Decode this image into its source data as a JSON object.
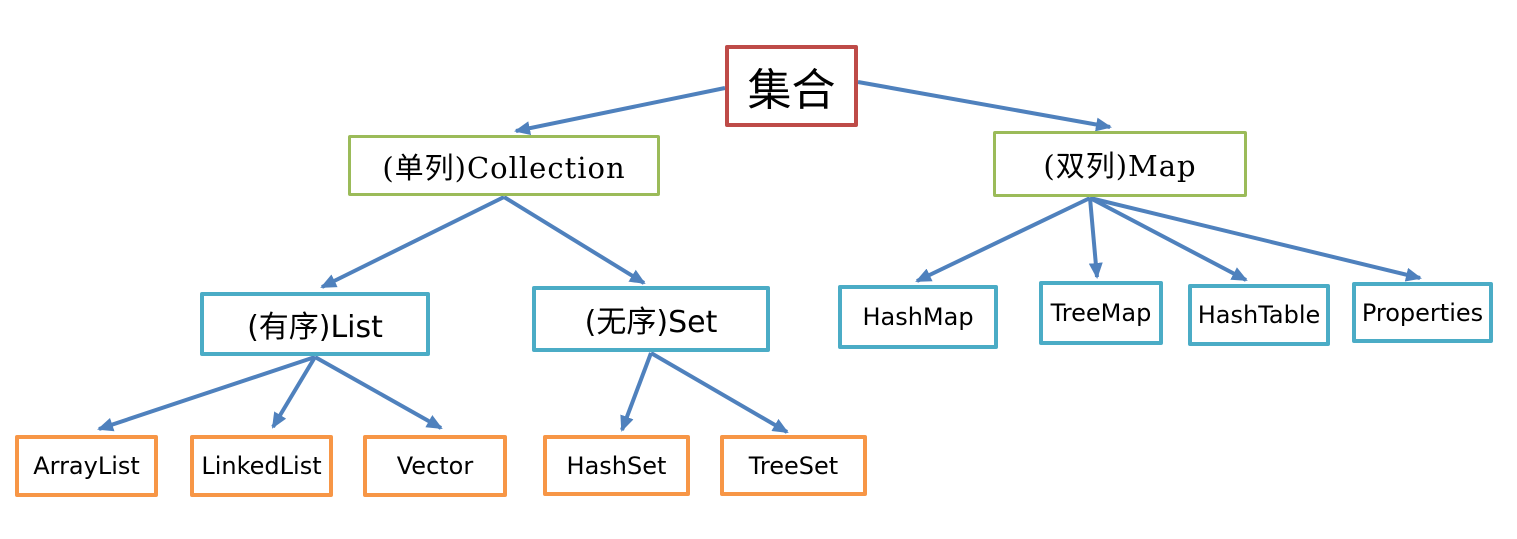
{
  "diagram": {
    "description": "Java collections hierarchy tree",
    "nodes": [
      {
        "id": "root",
        "label": "集合"
      },
      {
        "id": "collection",
        "label": "(单列)Collection"
      },
      {
        "id": "map",
        "label": "(双列)Map"
      },
      {
        "id": "list",
        "label": "(有序)List"
      },
      {
        "id": "set",
        "label": "(无序)Set"
      },
      {
        "id": "hashmap",
        "label": "HashMap"
      },
      {
        "id": "treemap",
        "label": "TreeMap"
      },
      {
        "id": "hashtable",
        "label": "HashTable"
      },
      {
        "id": "properties",
        "label": "Properties"
      },
      {
        "id": "arraylist",
        "label": "ArrayList"
      },
      {
        "id": "linkedlist",
        "label": "LinkedList"
      },
      {
        "id": "vector",
        "label": "Vector"
      },
      {
        "id": "hashset",
        "label": "HashSet"
      },
      {
        "id": "treeset",
        "label": "TreeSet"
      }
    ],
    "edges": [
      {
        "from": "root",
        "to": "collection"
      },
      {
        "from": "root",
        "to": "map"
      },
      {
        "from": "collection",
        "to": "list"
      },
      {
        "from": "collection",
        "to": "set"
      },
      {
        "from": "map",
        "to": "hashmap"
      },
      {
        "from": "map",
        "to": "treemap"
      },
      {
        "from": "map",
        "to": "hashtable"
      },
      {
        "from": "map",
        "to": "properties"
      },
      {
        "from": "list",
        "to": "arraylist"
      },
      {
        "from": "list",
        "to": "linkedlist"
      },
      {
        "from": "list",
        "to": "vector"
      },
      {
        "from": "set",
        "to": "hashset"
      },
      {
        "from": "set",
        "to": "treeset"
      }
    ],
    "colors": {
      "root_border": "#BE4B48",
      "branch_border": "#9BBB59",
      "group_border": "#4BACC6",
      "leaf_border": "#F79646",
      "arrow": "#4F81BD",
      "text": "#000000",
      "background": "#FFFFFF"
    }
  }
}
